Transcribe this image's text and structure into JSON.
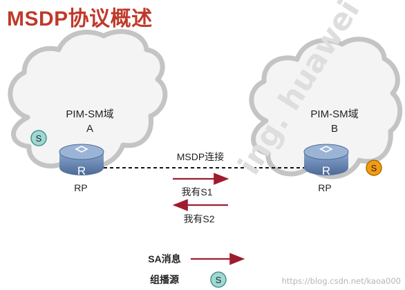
{
  "title": "MSDP协议概述",
  "domain_a": {
    "name": "PIM-SM域",
    "letter": "A",
    "rp": "RP",
    "router": "R",
    "source": "S"
  },
  "domain_b": {
    "name": "PIM-SM域",
    "letter": "B",
    "rp": "RP",
    "router": "R",
    "source": "S"
  },
  "connection_label": "MSDP连接",
  "messages": {
    "to_b": "我有S1",
    "to_a": "我有S2"
  },
  "legend": {
    "sa_label": "SA消息",
    "source_label": "组播源",
    "source_symbol": "S"
  },
  "watermarks": {
    "diagonal": "ing. huawei",
    "url": "https://blog.csdn.net/kaoa000"
  },
  "colors": {
    "title": "#c0392b",
    "arrow": "#a01c2c",
    "source_a": "#9fd9d4",
    "source_b": "#f39c12",
    "router": "#5b7aa6",
    "cloud": "#f4f4f4"
  }
}
